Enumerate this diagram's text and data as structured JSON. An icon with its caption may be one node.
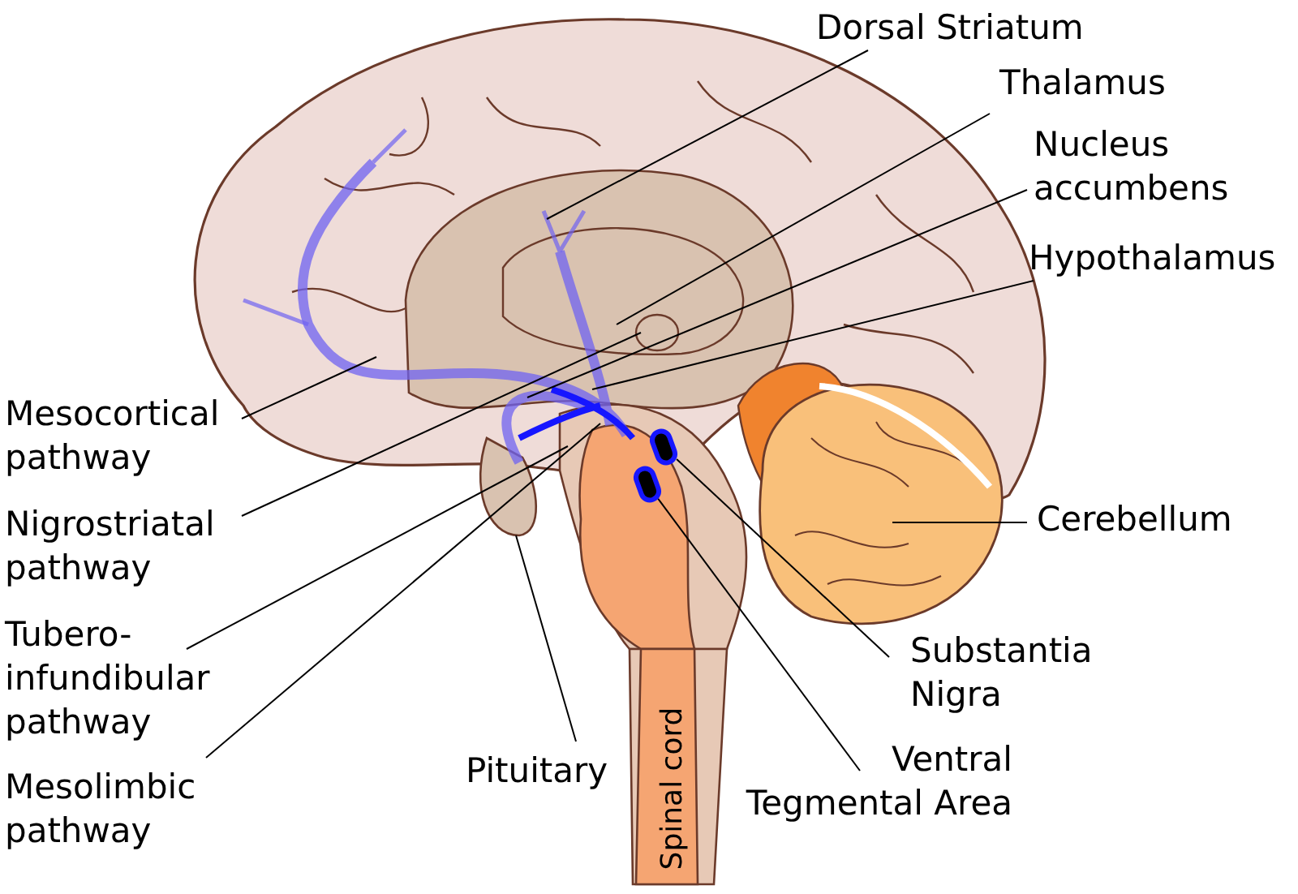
{
  "diagram": {
    "nodes": [
      {
        "text": [
          "Dorsal Striatum"
        ]
      },
      {
        "text": [
          "Thalamus"
        ]
      },
      {
        "text": [
          "Nucleus accumbens"
        ]
      },
      {
        "text": [
          "Hypothalamus"
        ]
      },
      {
        "text": [
          "Mesocortical pathway"
        ]
      },
      {
        "text": [
          "Nigrostriatal pathway"
        ]
      },
      {
        "text": [
          "Tubero- infundibular pathway"
        ]
      },
      {
        "text": [
          "Mesolimbic pathway"
        ]
      },
      {
        "text": [
          "Pituitary"
        ]
      },
      {
        "text": [
          "Cerebellum"
        ]
      },
      {
        "text": [
          "Substantia Nigra"
        ]
      },
      {
        "text": [
          "Ventral Tegmental Area"
        ]
      },
      {
        "text": [],
        "shape": "circle"
      },
      {
        "text": [],
        "shape": "circle"
      }
    ],
    "edges": [
      {
        "from": 0,
        "to": null,
        "arrow": "none"
      },
      {
        "from": 1,
        "to": null,
        "arrow": "none"
      },
      {
        "from": 2,
        "to": null,
        "arrow": "none"
      },
      {
        "from": 3,
        "to": null,
        "arrow": "none"
      },
      {
        "from": 4,
        "to": null,
        "arrow": "none"
      },
      {
        "from": 5,
        "to": null,
        "arrow": "none"
      },
      {
        "from": 6,
        "to": null,
        "arrow": "none"
      },
      {
        "from": 7,
        "to": null,
        "arrow": "none"
      },
      {
        "from": 8,
        "to": null,
        "arrow": "none"
      },
      {
        "from": 9,
        "to": null,
        "arrow": "none"
      },
      {
        "from": 10,
        "to": 12,
        "arrow": "none"
      },
      {
        "from": 11,
        "to": 13,
        "arrow": "none"
      }
    ],
    "labels": [
      "Spinal cord"
    ]
  }
}
